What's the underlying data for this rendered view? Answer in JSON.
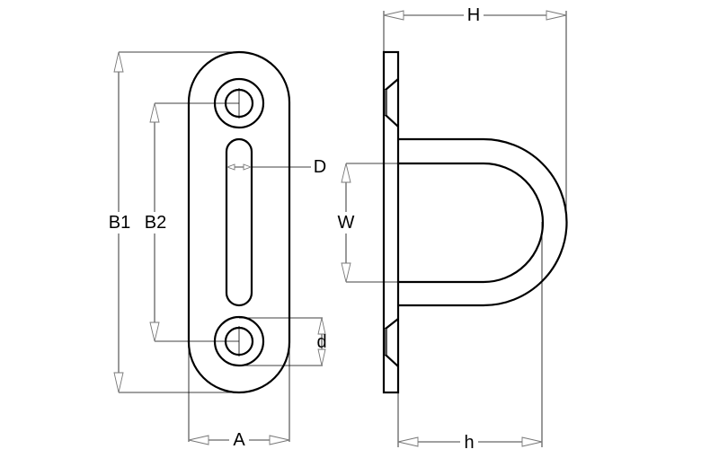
{
  "drawing": {
    "front_view": {
      "labels": {
        "overall_length": "B1",
        "hole_spacing": "B2",
        "slot_width": "D",
        "hole_diameter": "d",
        "width": "A"
      }
    },
    "side_view": {
      "labels": {
        "total_height": "H",
        "loop_height": "h",
        "loop_inner_width": "W"
      }
    },
    "colors": {
      "line": "#000000",
      "arrow": "#777777",
      "background": "#ffffff"
    }
  }
}
